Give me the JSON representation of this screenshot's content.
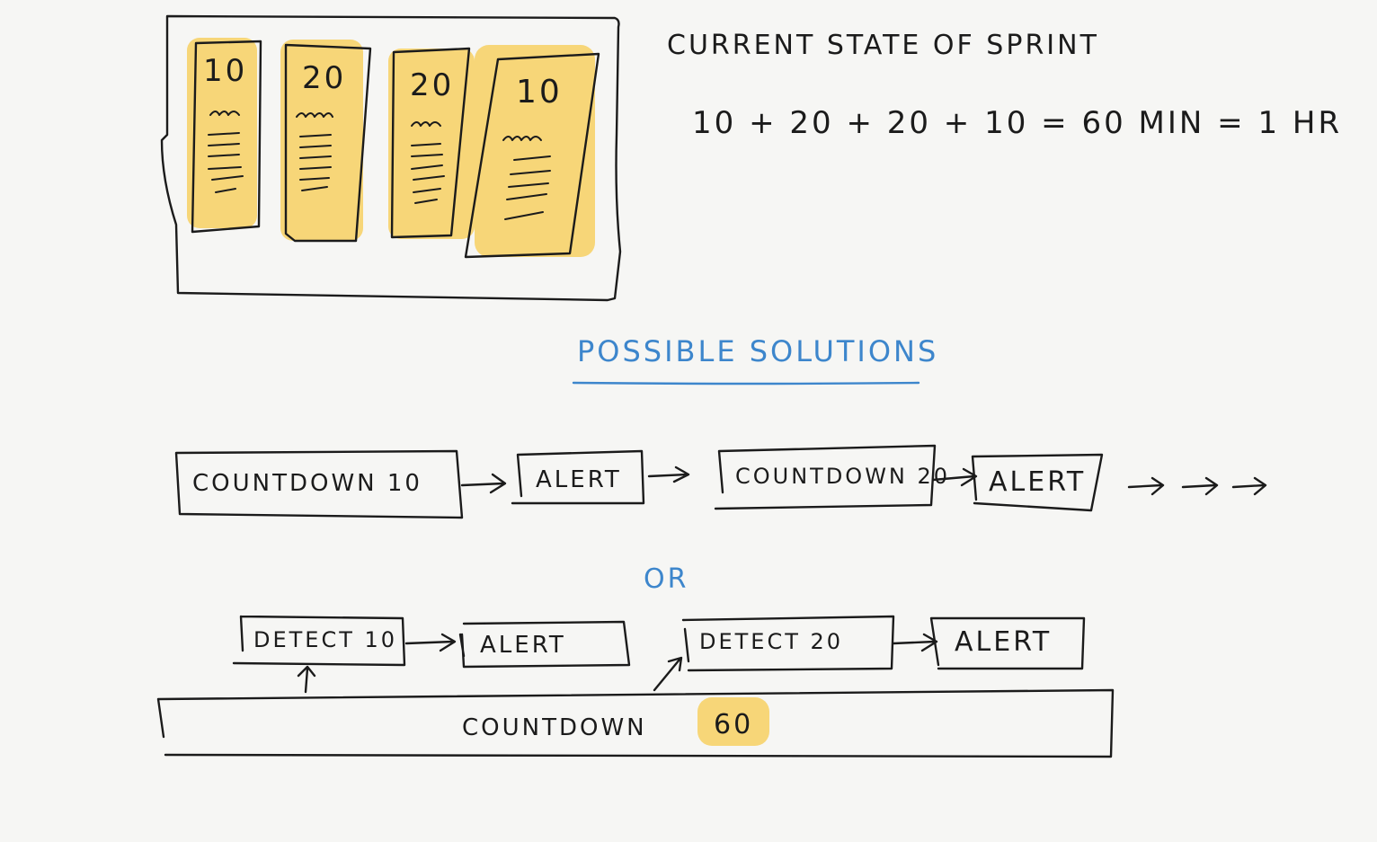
{
  "board": {
    "cards": [
      {
        "label": "10"
      },
      {
        "label": "20"
      },
      {
        "label": "20"
      },
      {
        "label": "10"
      }
    ]
  },
  "heading": "CURRENT STATE OF SPRINT",
  "equation": "10 + 20 + 20 + 10 = 60 MIN = 1 HR",
  "solutions_title": "POSSIBLE SOLUTIONS",
  "flow1": {
    "steps": [
      "COUNTDOWN 10",
      "ALERT",
      "COUNTDOWN 20",
      "ALERT"
    ]
  },
  "or_label": "OR",
  "flow2": {
    "steps": [
      "DETECT 10",
      "ALERT",
      "DETECT 20",
      "ALERT"
    ],
    "countdown_label": "COUNTDOWN",
    "countdown_value": "60"
  },
  "colors": {
    "ink": "#1b1b1b",
    "highlight": "#f7c948",
    "accent_blue": "#3d86cc",
    "paper": "#f6f6f4"
  }
}
